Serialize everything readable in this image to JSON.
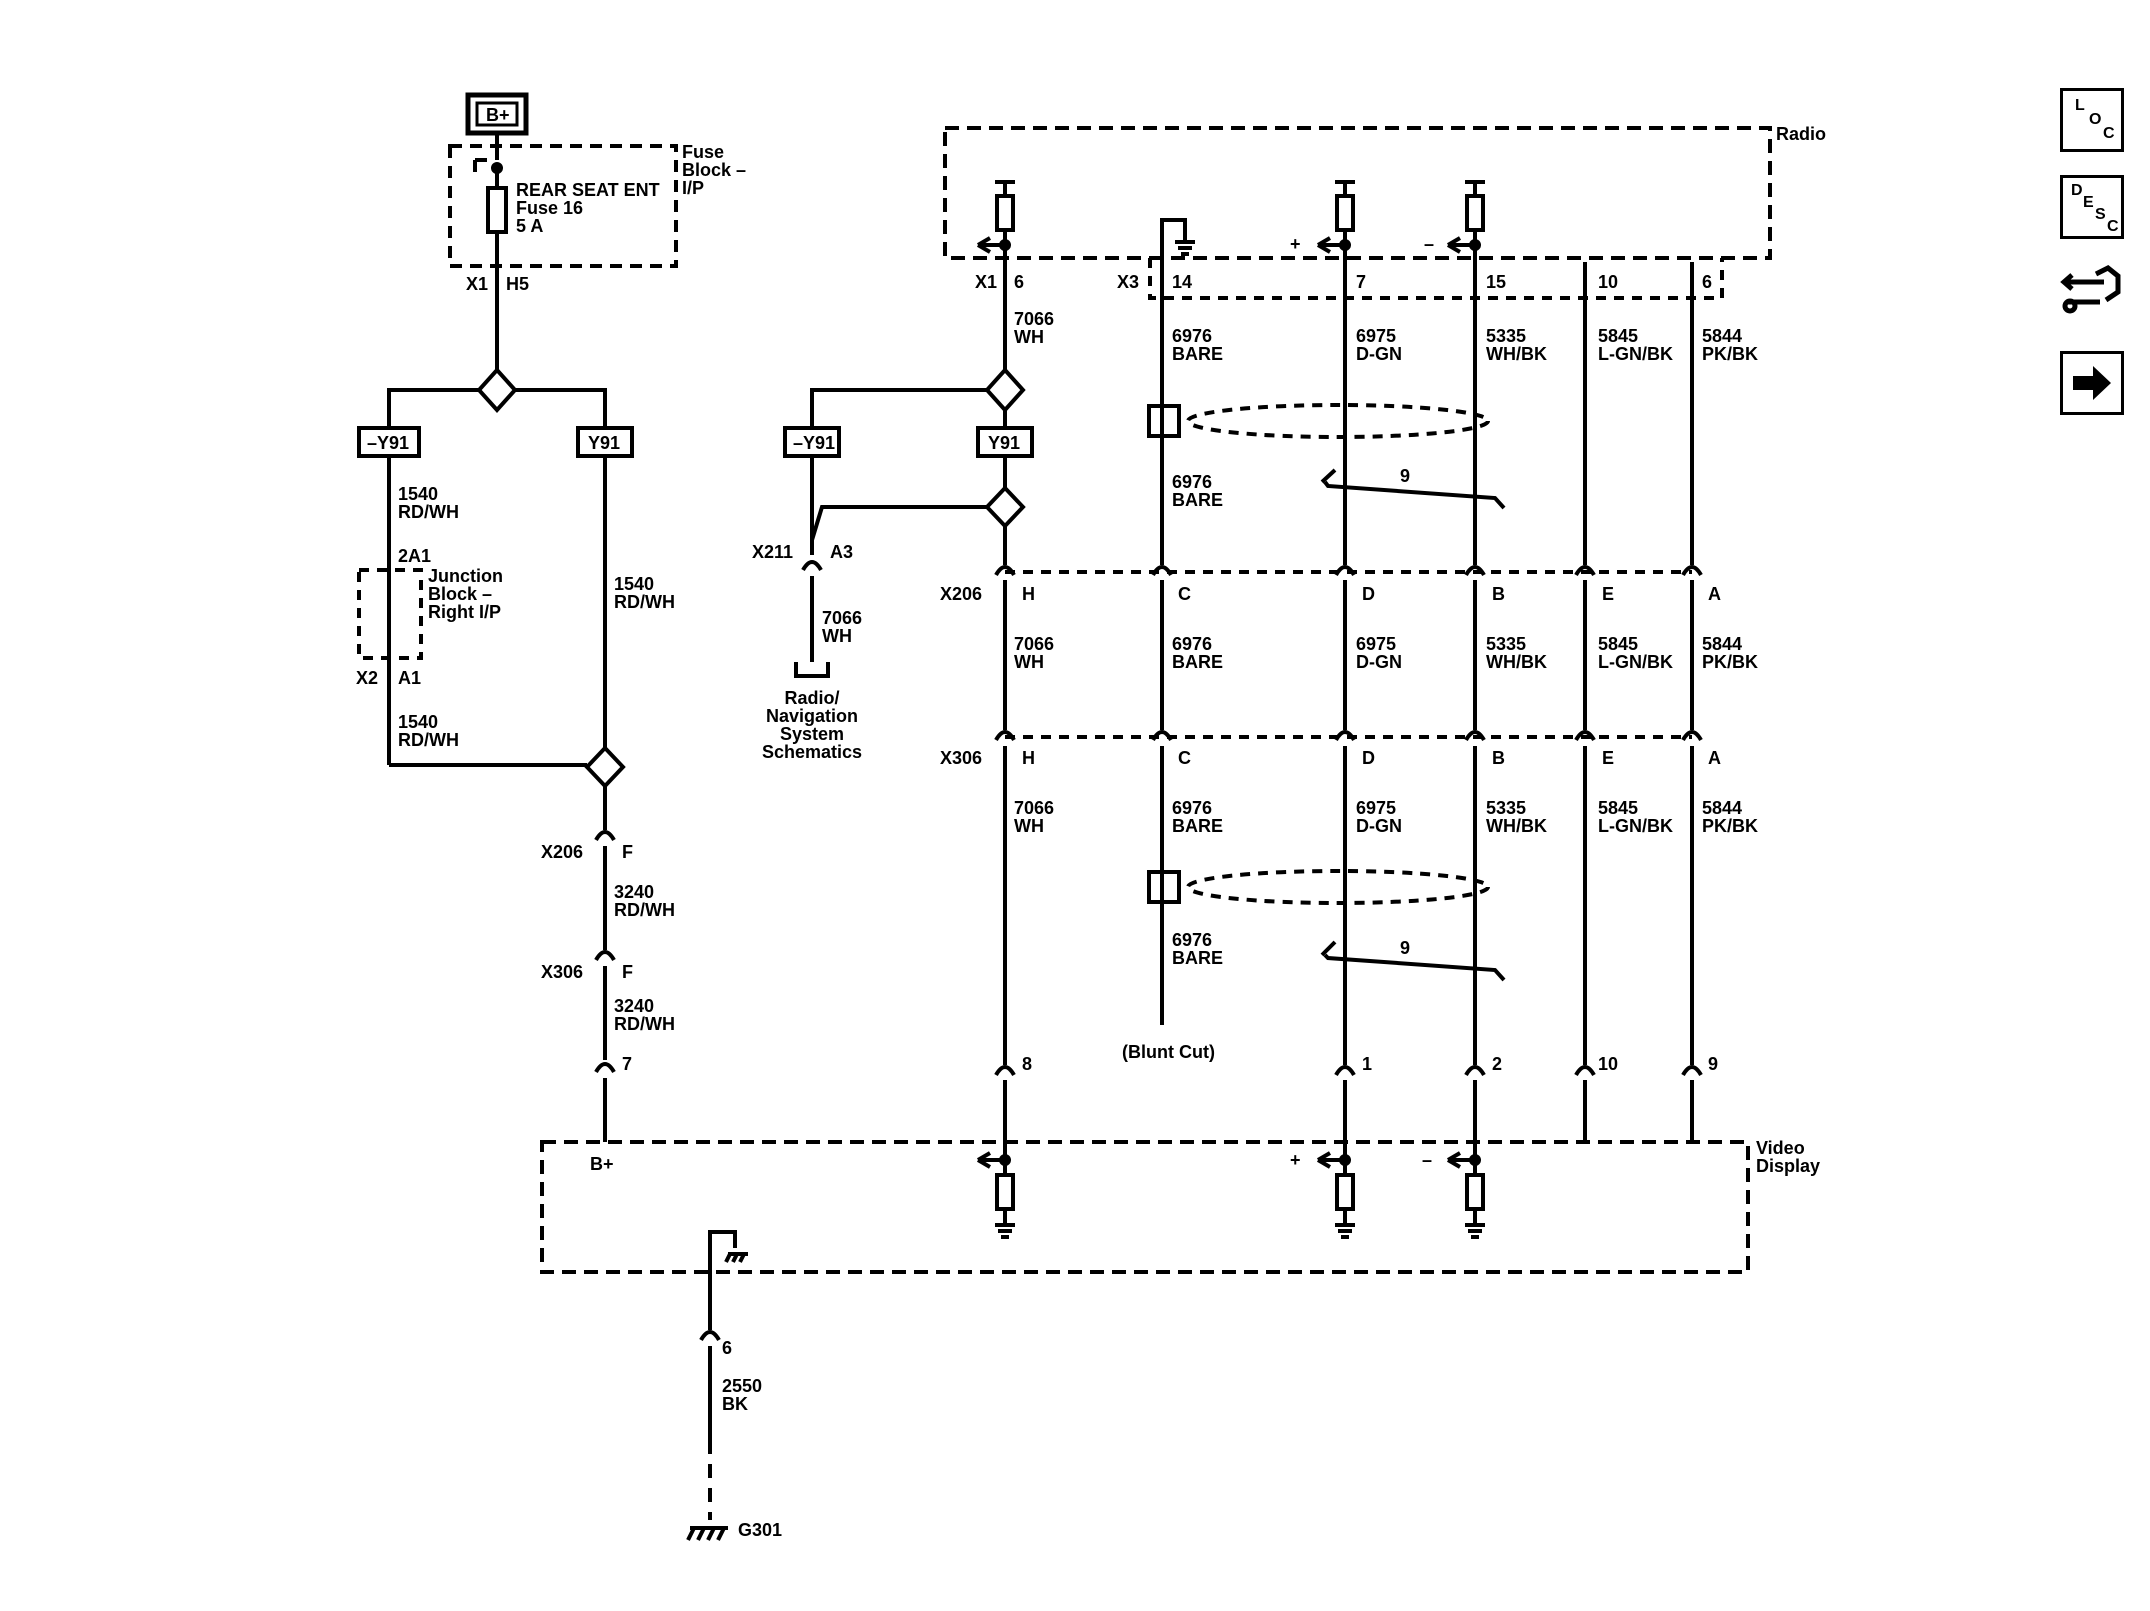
{
  "supply": {
    "bplus": "B+"
  },
  "fuse_block": {
    "title_line1": "Fuse",
    "title_line2": "Block –",
    "title_line3": "I/P",
    "fuse_line1": "REAR SEAT ENT",
    "fuse_line2": "Fuse 16",
    "fuse_line3": "5 A",
    "connector": "X1",
    "pin": "H5"
  },
  "option_tags": {
    "not_y91": "–Y91",
    "y91": "Y91"
  },
  "left_circuits": {
    "c1540_num": "1540",
    "c1540_color": "RD/WH",
    "junction_pin_top": "2A1",
    "junction_title1": "Junction",
    "junction_title2": "Block –",
    "junction_title3": "Right I/P",
    "junction_conn": "X2",
    "junction_pin_bottom": "A1",
    "x206": "X206",
    "x206_pin": "F",
    "x306": "X306",
    "x306_pin": "F",
    "c3240_num": "3240",
    "c3240_color": "RD/WH",
    "vd_pin": "7",
    "vd_bplus": "B+"
  },
  "ground": {
    "pin": "6",
    "circuit_num": "2550",
    "circuit_color": "BK",
    "ground_id": "G301"
  },
  "radio": {
    "title": "Radio",
    "x1": "X1",
    "x3": "X3",
    "pins": [
      "6",
      "14",
      "7",
      "15",
      "10",
      "6"
    ],
    "plus": "+",
    "minus": "–"
  },
  "x211": {
    "conn": "X211",
    "pin": "A3",
    "circuit_num": "7066",
    "circuit_color": "WH",
    "ref_line1": "Radio/",
    "ref_line2": "Navigation",
    "ref_line3": "System",
    "ref_line4": "Schematics"
  },
  "wires": [
    {
      "num": "7066",
      "color": "WH",
      "x206_pin": "H",
      "x306_pin": "H",
      "vd_pin": "8"
    },
    {
      "num": "6976",
      "color": "BARE",
      "x206_pin": "C",
      "x306_pin": "C",
      "end_label": "(Blunt Cut)"
    },
    {
      "num": "6975",
      "color": "D-GN",
      "x206_pin": "D",
      "x306_pin": "D",
      "vd_pin": "1"
    },
    {
      "num": "5335",
      "color": "WH/BK",
      "x206_pin": "B",
      "x306_pin": "B",
      "vd_pin": "2"
    },
    {
      "num": "5845",
      "color": "L-GN/BK",
      "x206_pin": "E",
      "x306_pin": "E",
      "vd_pin": "10"
    },
    {
      "num": "5844",
      "color": "PK/BK",
      "x206_pin": "A",
      "x306_pin": "A",
      "vd_pin": "9"
    }
  ],
  "twist": {
    "count": "9"
  },
  "inline": {
    "x206": "X206",
    "x306": "X306"
  },
  "video_display": {
    "title_line1": "Video",
    "title_line2": "Display",
    "plus": "+",
    "minus": "–"
  },
  "nav": {
    "loc": {
      "a": "L",
      "b": "O",
      "c": "C"
    },
    "desc": {
      "a": "D",
      "b": "E",
      "c": "S",
      "d": "C"
    }
  }
}
